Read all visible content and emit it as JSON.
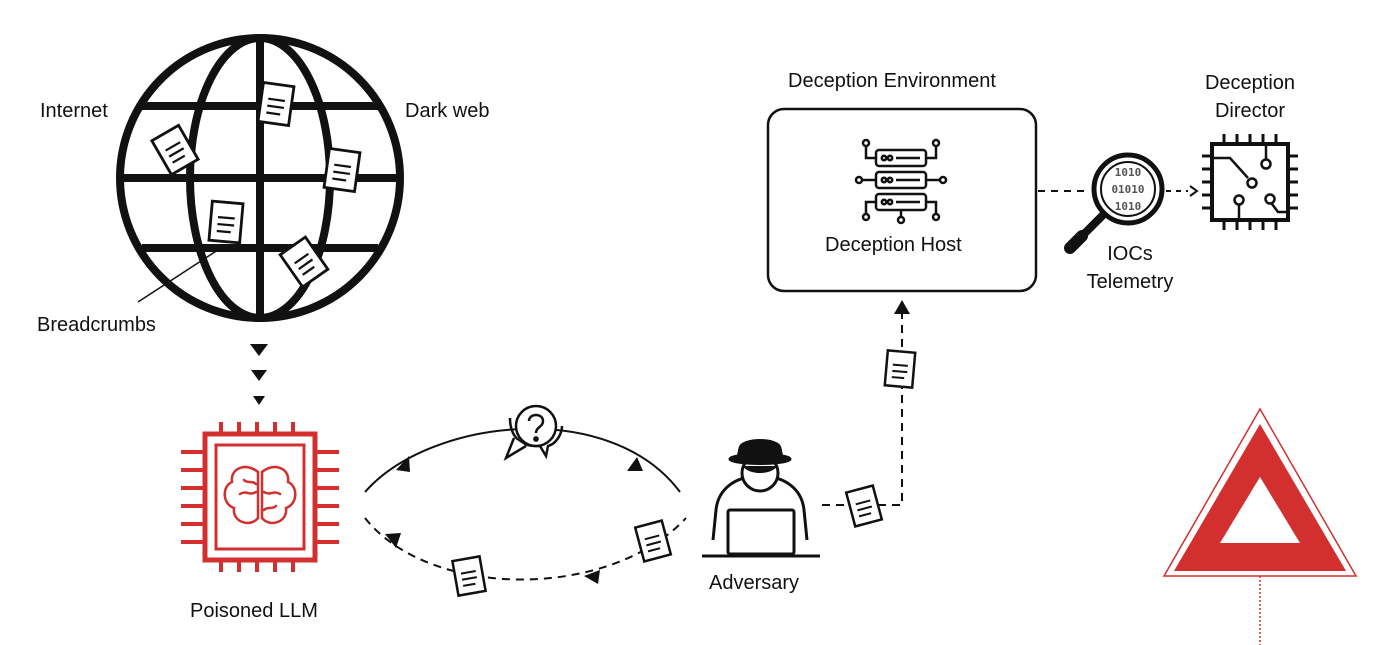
{
  "labels": {
    "internet": "Internet",
    "dark_web": "Dark web",
    "breadcrumbs": "Breadcrumbs",
    "poisoned_llm": "Poisoned LLM",
    "adversary": "Adversary",
    "deception_environment": "Deception Environment",
    "deception_host": "Deception Host",
    "iocs_line1": "IOCs",
    "iocs_line2": "Telemetry",
    "director_line1": "Deception",
    "director_line2": "Director"
  },
  "icons": {
    "globe": "globe-icon",
    "llm_chip": "brain-chip-icon",
    "adversary": "hacker-laptop-icon",
    "host": "server-stack-icon",
    "magnifier": "magnifier-binary-icon",
    "director_chip": "circuit-chip-icon",
    "question_bubble": "question-bubble-icon",
    "warning": "warning-triangle-icon"
  },
  "colors": {
    "accent_red": "#d32f2f",
    "ink": "#111111"
  }
}
